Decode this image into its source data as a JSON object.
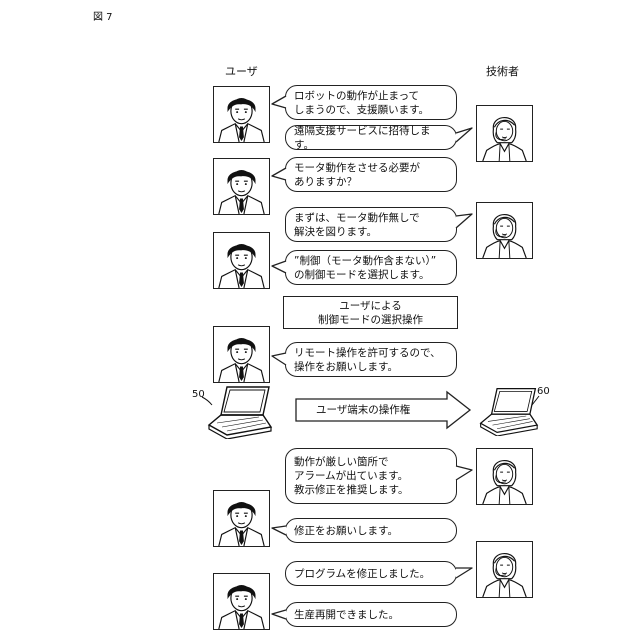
{
  "figure_label": "図 7",
  "columns": {
    "user": "ユーザ",
    "technician": "技術者"
  },
  "messages": [
    {
      "from": "user",
      "text": "ロボットの動作が止まって\nしまうので、支援願います。"
    },
    {
      "from": "technician",
      "text": "遠隔支援サービスに招待します。"
    },
    {
      "from": "user",
      "text": "モータ動作をさせる必要が\nありますか？"
    },
    {
      "from": "technician",
      "text": "まずは、モータ動作無しで\n解決を図ります。"
    },
    {
      "from": "user",
      "text": "”制御（モータ動作含まない）”\nの制御モードを選択します。"
    },
    {
      "from": "user",
      "text": "リモート操作を許可するので、\n操作をお願いします。"
    },
    {
      "from": "technician",
      "text": "動作が厳しい箇所で\nアラームが出ています。\n教示修正を推奨します。"
    },
    {
      "from": "user",
      "text": "修正をお願いします。"
    },
    {
      "from": "technician",
      "text": "プログラムを修正しました。"
    },
    {
      "from": "user",
      "text": "生産再開できました。"
    }
  ],
  "selection_box": "ユーザによる\n制御モードの選択操作",
  "transfer": {
    "label": "ユーザ端末の操作権",
    "user_terminal_ref": "50",
    "technician_terminal_ref": "60"
  },
  "icons": {
    "user_portrait": "male-user-portrait-icon",
    "technician_portrait": "female-technician-headset-portrait-icon",
    "terminal": "laptop-icon"
  }
}
